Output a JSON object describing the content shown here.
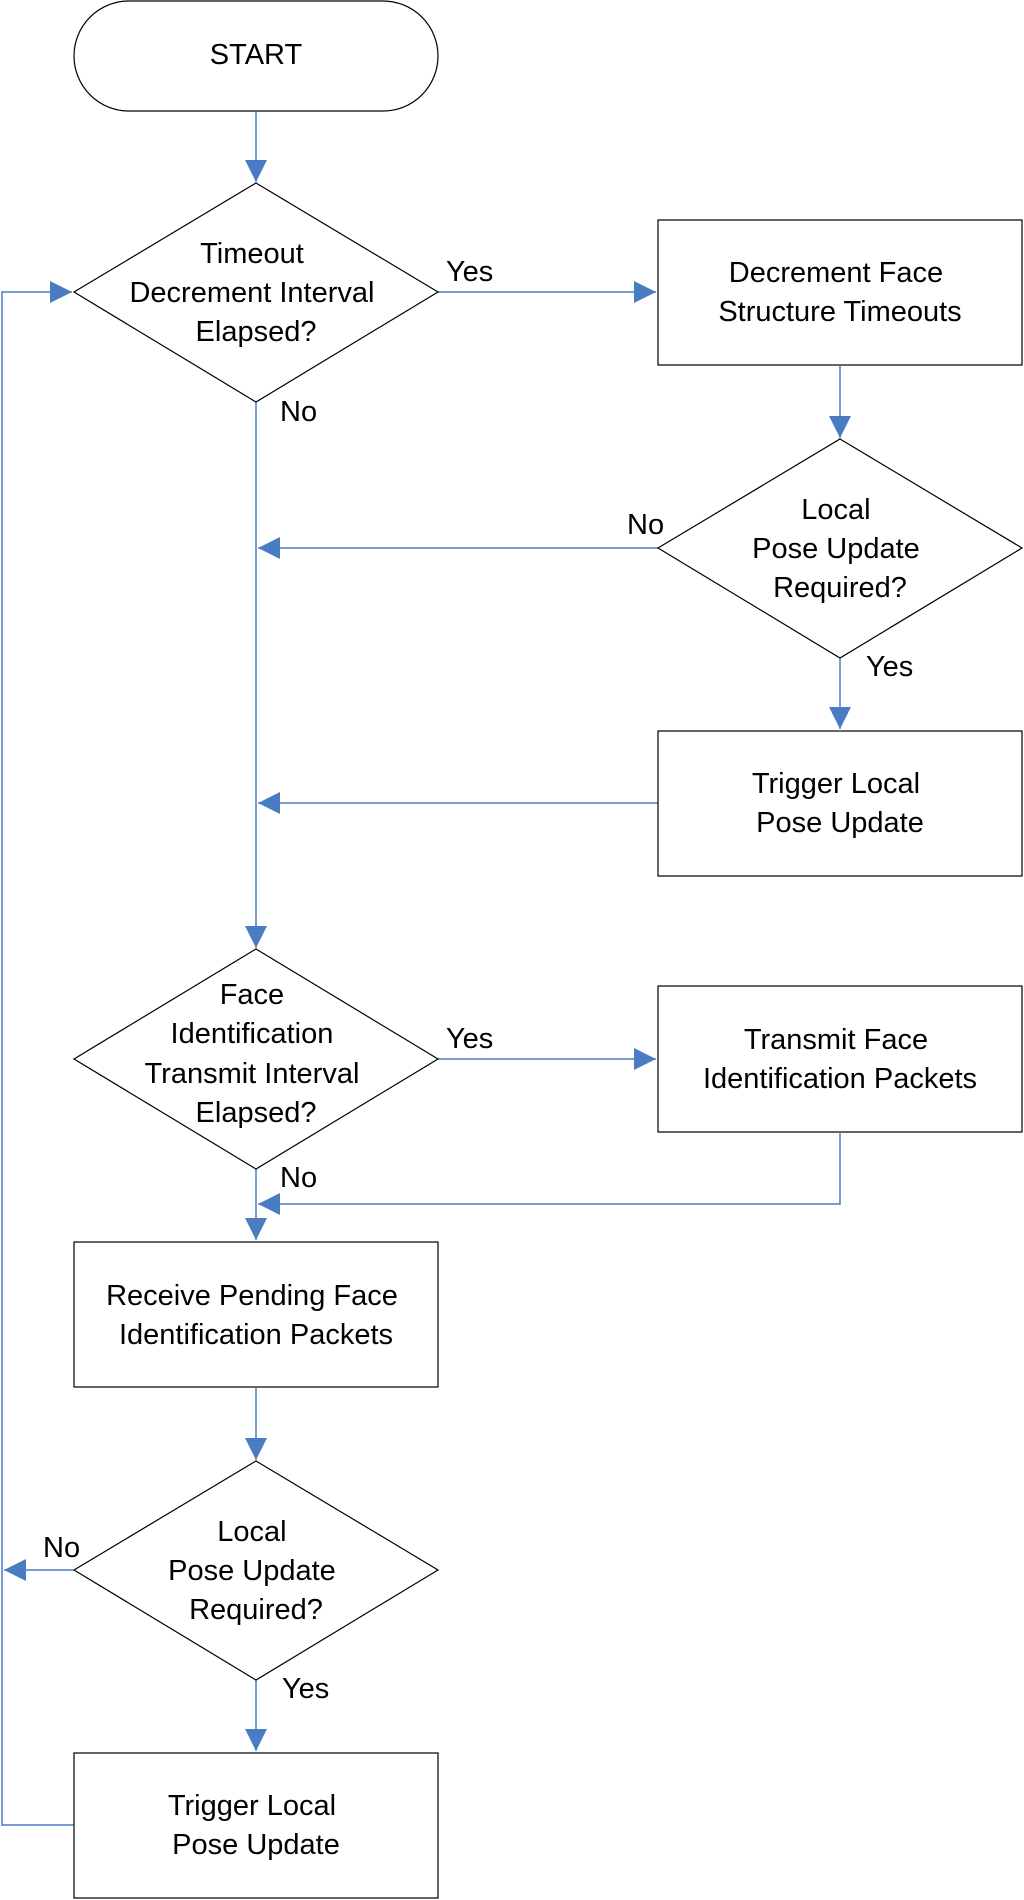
{
  "colors": {
    "background": "#ffffff",
    "node_stroke": "#000000",
    "connector": "#4a7cc4",
    "text": "#000000"
  },
  "nodes": {
    "start": {
      "lines": [
        "START"
      ]
    },
    "decision_timeout": {
      "lines": [
        "Timeout",
        "Decrement Interval",
        "Elapsed?"
      ]
    },
    "decrement_timeouts": {
      "lines": [
        "Decrement Face",
        "Structure Timeouts"
      ]
    },
    "decision_pose_1": {
      "lines": [
        "Local",
        "Pose Update",
        "Required?"
      ]
    },
    "trigger_pose_1": {
      "lines": [
        "Trigger Local",
        "Pose Update"
      ]
    },
    "decision_face_id": {
      "lines": [
        "Face",
        "Identification",
        "Transmit Interval",
        "Elapsed?"
      ]
    },
    "transmit_packets": {
      "lines": [
        "Transmit Face",
        "Identification Packets"
      ]
    },
    "receive_packets": {
      "lines": [
        "Receive Pending Face",
        "Identification Packets"
      ]
    },
    "decision_pose_2": {
      "lines": [
        "Local",
        "Pose Update",
        "Required?"
      ]
    },
    "trigger_pose_2": {
      "lines": [
        "Trigger Local",
        "Pose Update"
      ]
    }
  },
  "edge_labels": {
    "timeout_yes": "Yes",
    "timeout_no": "No",
    "pose1_no": "No",
    "pose1_yes": "Yes",
    "faceid_yes": "Yes",
    "faceid_no": "No",
    "pose2_no": "No",
    "pose2_yes": "Yes"
  }
}
